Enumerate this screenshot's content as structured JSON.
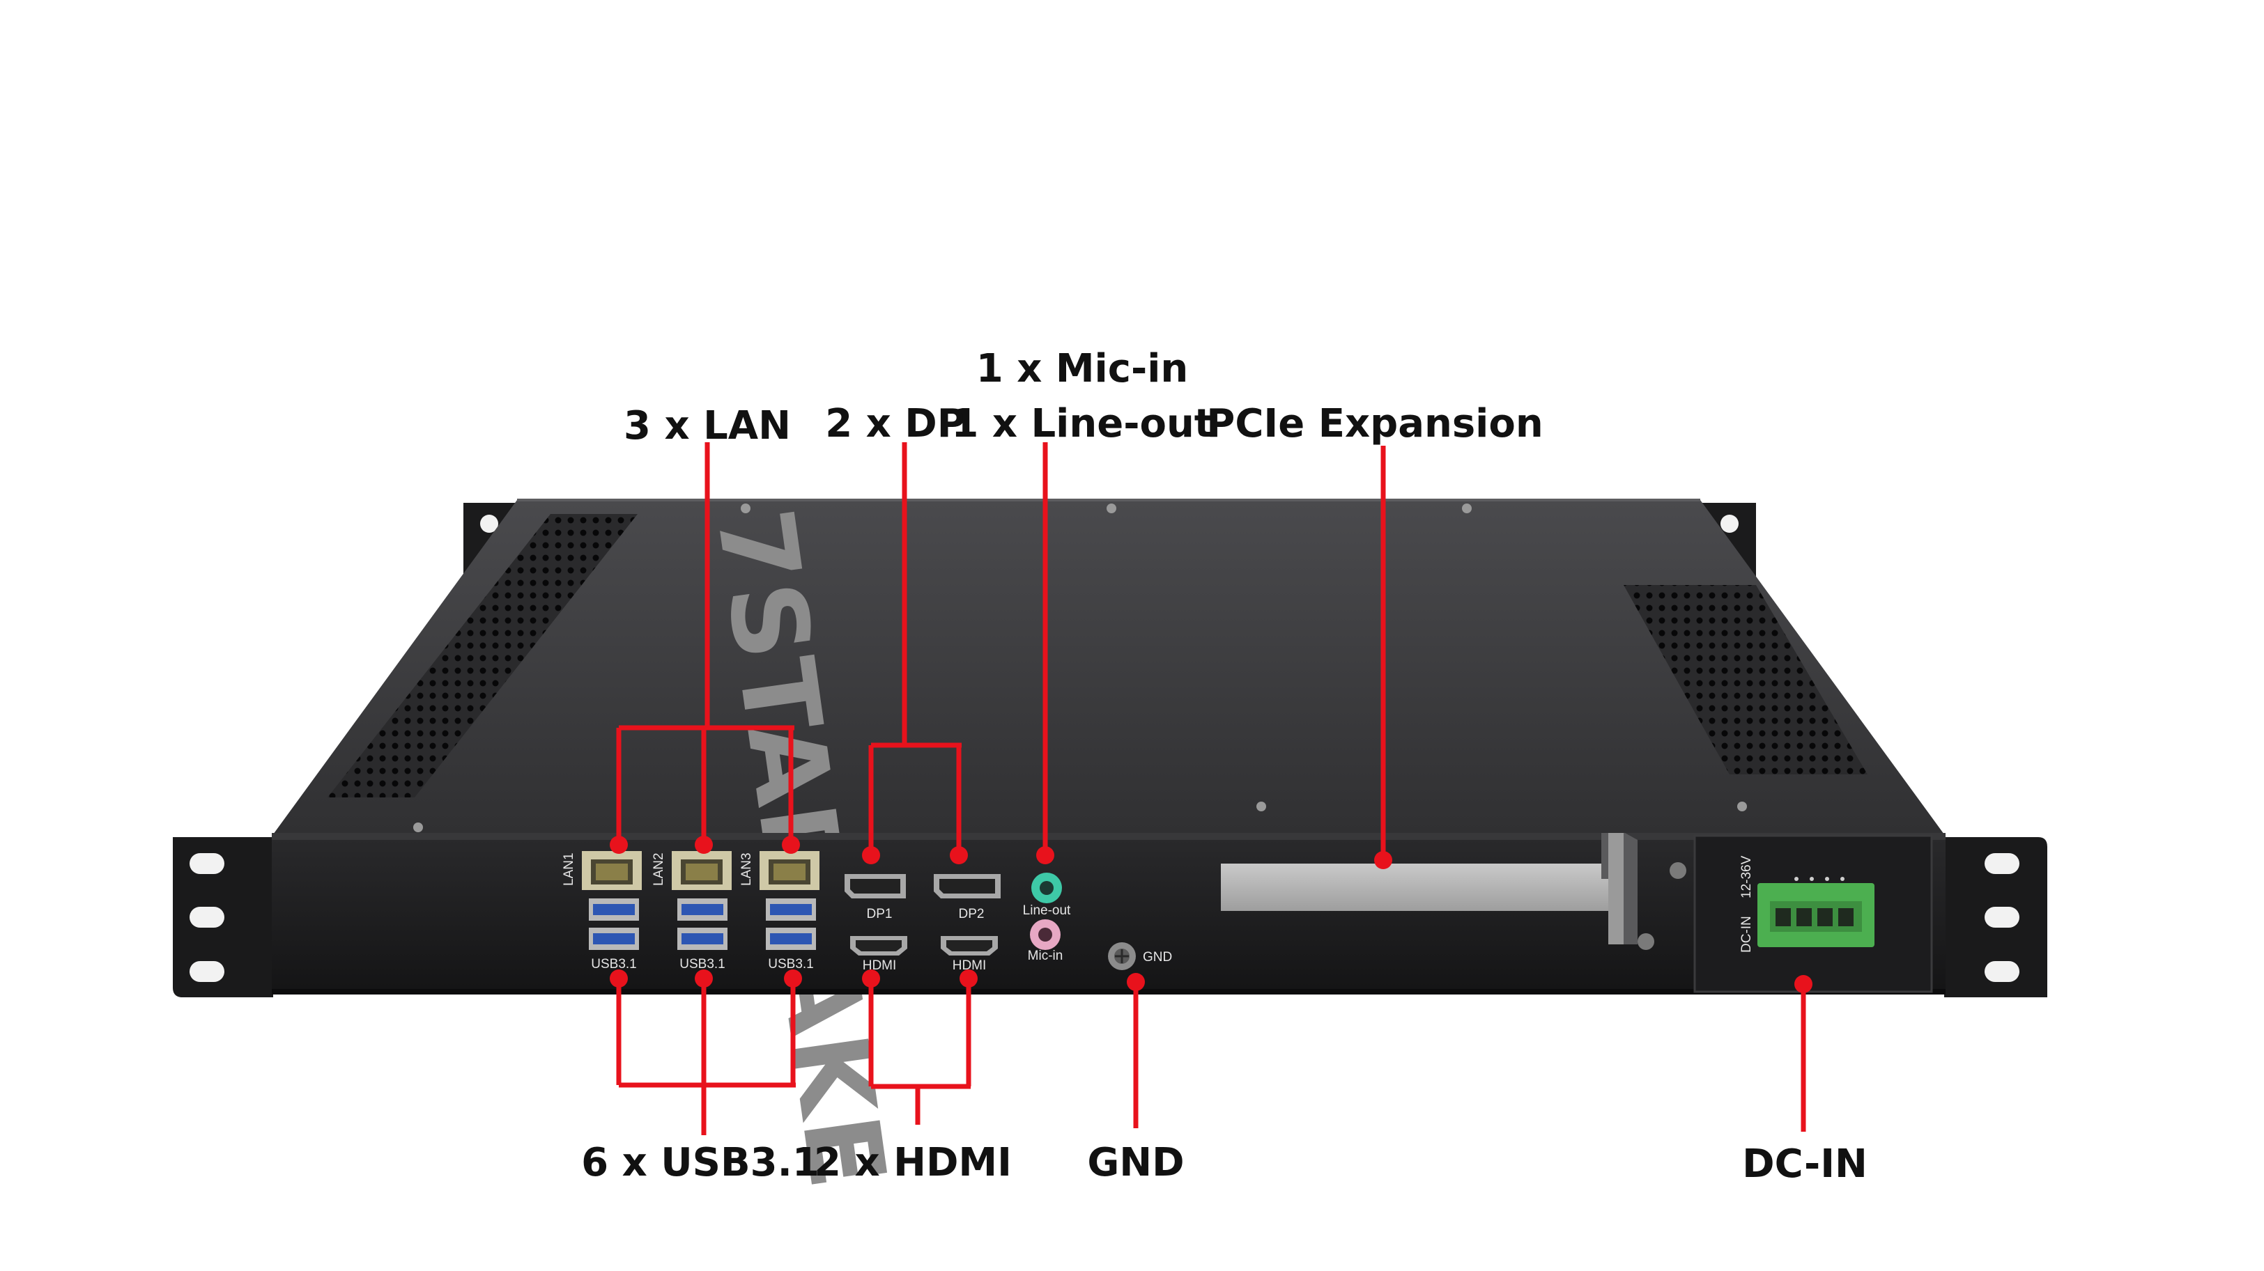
{
  "callouts": {
    "lan": "3 x LAN",
    "dp": "2 x DP",
    "audio_line1": "1 x Mic-in",
    "audio_line2": "1 x Line-out",
    "pcie": "PCIe Expansion",
    "usb": "6 x USB3.1",
    "hdmi": "2 x HDMI",
    "gnd": "GND",
    "dcin": "DC-IN"
  },
  "panel_labels": {
    "brand": "7STARLAKE",
    "lan1": "LAN1",
    "lan2": "LAN2",
    "lan3": "LAN3",
    "usb_a": "USB3.1",
    "usb_b": "USB3.1",
    "usb_c": "USB3.1",
    "dp1": "DP1",
    "dp2": "DP2",
    "hdmi_a": "HDMI",
    "hdmi_b": "HDMI",
    "line_out": "Line-out",
    "mic_in": "Mic-in",
    "gnd": "GND",
    "dc_in": "DC-IN",
    "voltage": "12-36V"
  },
  "colors": {
    "callout_line": "#e8121c",
    "chassis_top": "#3a3a3c",
    "chassis_front": "#1d1d1f",
    "connector_green": "#4caf50",
    "line_out_jack": "#3ec9a7",
    "mic_in_jack": "#e7a8c4"
  },
  "icons": {
    "ground": "ground-screw-icon",
    "terminal": "terminal-block-icon"
  }
}
